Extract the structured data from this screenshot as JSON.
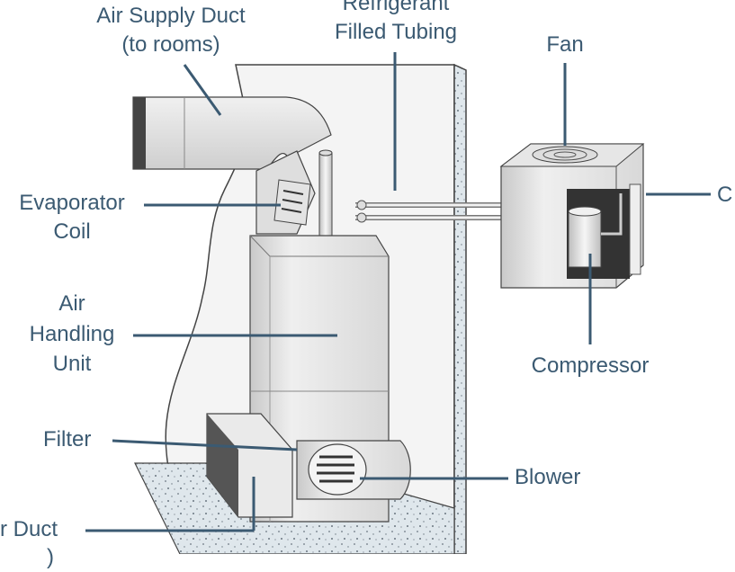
{
  "labels": {
    "air_supply_duct": "Air Supply Duct",
    "air_supply_duct_sub": "(to rooms)",
    "refrigerant_line1": "Refrigerant",
    "refrigerant_line2": "Filled Tubing",
    "fan": "Fan",
    "condenser_partial": "C",
    "evaporator_line1": "Evaporator",
    "evaporator_line2": "Coil",
    "air_handling_line1": "Air",
    "air_handling_line2": "Handling",
    "air_handling_line3": "Unit",
    "compressor": "Compressor",
    "filter": "Filter",
    "blower": "Blower",
    "return_duct_partial": "r Duct",
    "return_duct_sub_partial": ")"
  },
  "colors": {
    "label_text": "#3b5a72",
    "leader_line": "#3b5a72",
    "wall": "#f4f4f4",
    "concrete": "#dfe7ec",
    "metal_light": "#e9e9e9",
    "metal_mid": "#cfcfcf",
    "metal_dark": "#555555"
  }
}
